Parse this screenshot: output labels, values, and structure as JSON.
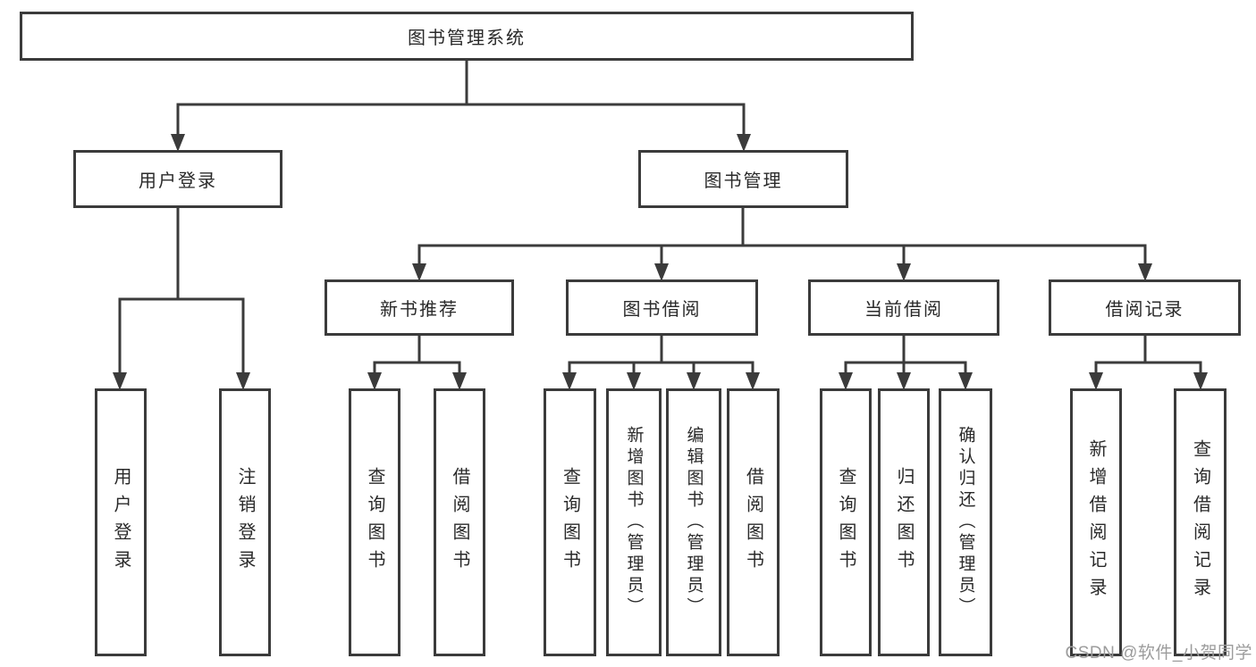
{
  "diagram": {
    "root": {
      "label": "图书管理系统"
    },
    "branches": {
      "user_login": {
        "label": "用户登录",
        "children": [
          {
            "label": "用户登录"
          },
          {
            "label": "注销登录"
          }
        ]
      },
      "book_management": {
        "label": "图书管理",
        "groups": [
          {
            "label": "新书推荐",
            "children": [
              {
                "label": "查询图书"
              },
              {
                "label": "借阅图书"
              }
            ]
          },
          {
            "label": "图书借阅",
            "children": [
              {
                "label": "查询图书"
              },
              {
                "label": "新增图书（管理员）"
              },
              {
                "label": "编辑图书（管理员）"
              },
              {
                "label": "借阅图书"
              }
            ]
          },
          {
            "label": "当前借阅",
            "children": [
              {
                "label": "查询图书"
              },
              {
                "label": "归还图书"
              },
              {
                "label": "确认归还（管理员）"
              }
            ]
          },
          {
            "label": "借阅记录",
            "children": [
              {
                "label": "新增借阅记录"
              },
              {
                "label": "查询借阅记录"
              }
            ]
          }
        ]
      }
    }
  },
  "watermark": {
    "text": "CSDN @软件_小贺同学"
  },
  "colors": {
    "line": "#3b3b3b",
    "text": "#2a2a2a",
    "watermark_text": "#9c9c9c",
    "background": "#ffffff"
  }
}
